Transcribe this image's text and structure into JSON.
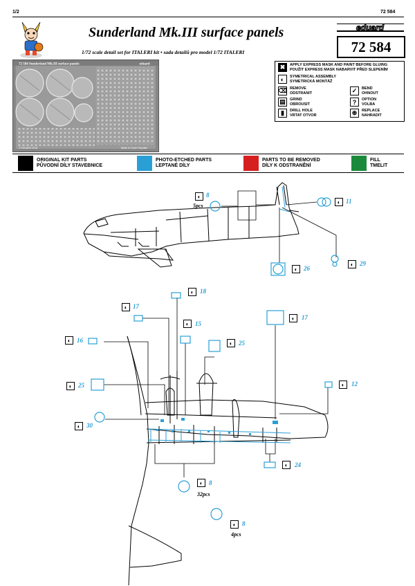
{
  "header": {
    "page": "1/2",
    "code_top": "72 584",
    "title": "Sunderland Mk.III surface panels",
    "subtitle": "1/72 scale detail set for ITALERI kit  •  sada detailů pro model 1/72 ITALERI",
    "brand": "eduard",
    "code_box": "72 584"
  },
  "fret": {
    "label": "72 584  Sunderland Mk.III surface panels",
    "brand": "eduard",
    "copyright": "© EDUARD 2016",
    "made_in": "Made in Czech Republic"
  },
  "legend": [
    {
      "icon": "x-icon",
      "glyph": "✖",
      "text1": "APPLY EXPRESS MASK AND PAINT BEFORE GLUING",
      "text2": "POUŽIT EXPRESS MASK NABARVIT PŘED SLEPENÍM"
    },
    {
      "icon": "symmetry-icon",
      "glyph": "◐",
      "text1": "SYMETRICAL ASSEMBLY",
      "text2": "SYMETRICKÁ MONTÁŽ"
    },
    {
      "icon": "remove-icon",
      "glyph": "⌫",
      "text1": "REMOVE",
      "text2": "ODSTRANIT"
    },
    {
      "icon": "bend-icon",
      "glyph": "✓",
      "text1": "BEND",
      "text2": "OHNOUT"
    },
    {
      "icon": "grind-icon",
      "glyph": "▤",
      "text1": "GRIND",
      "text2": "OBROUSIT"
    },
    {
      "icon": "option-icon",
      "glyph": "?",
      "text1": "OPTION",
      "text2": "VOLBA"
    },
    {
      "icon": "drill-icon",
      "glyph": "▮",
      "text1": "DRILL HOLE",
      "text2": "VRTAT OTVOR"
    },
    {
      "icon": "replace-icon",
      "glyph": "⊛",
      "text1": "REPLACE",
      "text2": "NAHRADIT"
    }
  ],
  "swatches": [
    {
      "color": "#000000",
      "text1": "ORIGINAL KIT PARTS",
      "text2": "PŮVODNÍ DÍLY STAVEBNICE"
    },
    {
      "color": "#2a9fd6",
      "text1": "PHOTO-ETCHED PARTS",
      "text2": "LEPTANÉ DÍLY"
    },
    {
      "color": "#d62020",
      "text1": "PARTS TO BE REMOVED",
      "text2": "DÍLY K ODSTRANĚNÍ"
    },
    {
      "color": "#1a8a3a",
      "text1": "FILL",
      "text2": "TMELIT"
    }
  ],
  "callouts": {
    "c8_top": "8",
    "c8_top_count": "5pcs",
    "c11": "11",
    "c26": "26",
    "c29": "29",
    "c18": "18",
    "c17a": "17",
    "c15": "15",
    "c16": "16",
    "c25a": "25",
    "c17b": "17",
    "c25b": "25",
    "c12": "12",
    "c30": "30",
    "c24": "24",
    "c8_mid": "8",
    "c8_mid_count": "32pcs",
    "c8_bot": "8",
    "c8_bot_count": "4pcs"
  },
  "colors": {
    "pe_blue": "#2a9fd6",
    "line": "#000000"
  }
}
